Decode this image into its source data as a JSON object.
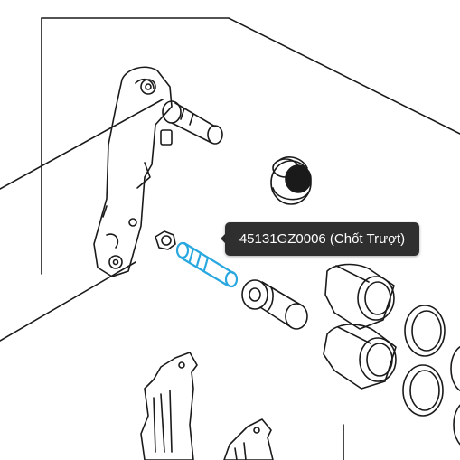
{
  "tooltip": {
    "part_number": "45131GZ0006",
    "part_name": "Chốt Trượt",
    "label": "45131GZ0006 (Chốt Trượt)"
  },
  "colors": {
    "line": "#1a1a1a",
    "highlight": "#29a8e0",
    "tooltip_bg": "#2f2f2f",
    "tooltip_text": "#ffffff"
  }
}
